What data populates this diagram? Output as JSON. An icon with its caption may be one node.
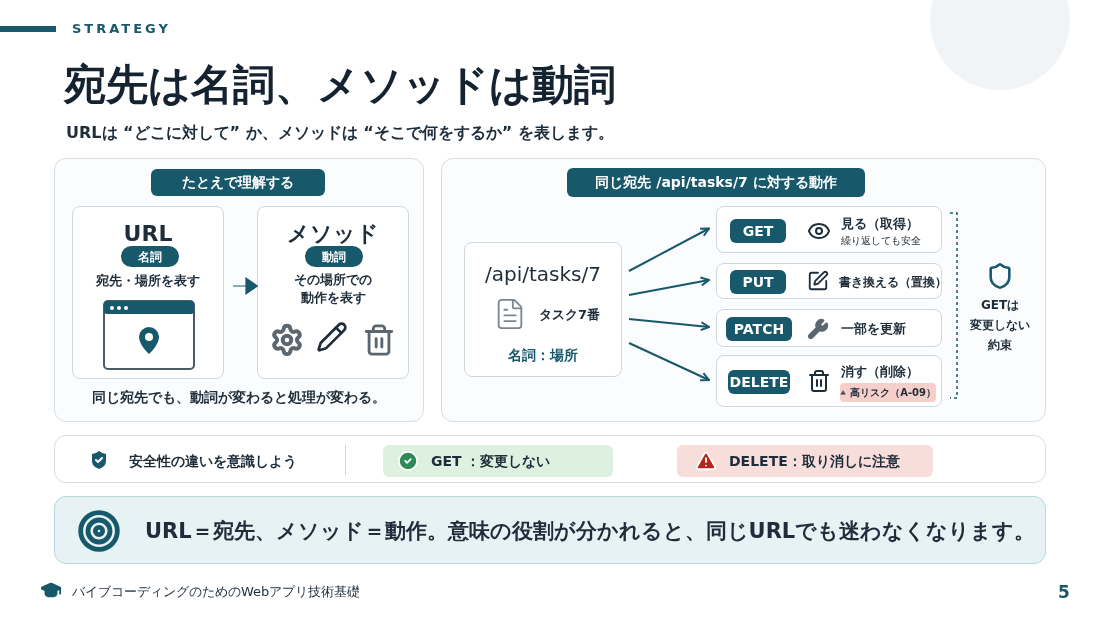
{
  "diagram": {
    "title": "宛先は名詞、メソッドは動詞",
    "nodes": [
      {
        "text": [
          "同じ宛先でも、動詞が変わると処理が変わる。"
        ]
      },
      {
        "text": [
          "たとえで理解する"
        ],
        "in": 0
      },
      {
        "text": [
          "URL",
          "宛先・場所を表す"
        ],
        "in": 0
      },
      {
        "text": [
          "名詞"
        ],
        "in": 2
      },
      {
        "text": [
          "メソッド",
          "その場所での動作を表す"
        ],
        "in": 0
      },
      {
        "text": [
          "動詞"
        ],
        "in": 4
      },
      {
        "text": [],
        "shape": "box"
      },
      {
        "text": [
          "同じ宛先 /api/tasks/7 に対する動作"
        ],
        "in": 6
      },
      {
        "text": [
          "/api/tasks/7",
          "タスク7番",
          "名詞：場所"
        ],
        "in": 6
      },
      {
        "text": [
          "見る（取得）",
          "繰り返しても安全"
        ],
        "in": 6
      },
      {
        "text": [
          "GET"
        ],
        "in": 9
      },
      {
        "text": [
          "書き換える（置換）"
        ],
        "in": 6
      },
      {
        "text": [
          "PUT"
        ],
        "in": 11
      },
      {
        "text": [
          "一部を更新"
        ],
        "in": 6
      },
      {
        "text": [
          "PATCH"
        ],
        "in": 13
      },
      {
        "text": [
          "消す（削除）"
        ],
        "in": 6
      },
      {
        "text": [
          "DELETE"
        ],
        "in": 15
      },
      {
        "text": [
          "高リスク（A-09）"
        ],
        "in": 15
      },
      {
        "text": [
          "安全性の違いを意識しよう"
        ]
      },
      {
        "text": [
          "GET ：変更しない"
        ],
        "in": 18
      },
      {
        "text": [
          "DELETE：取り消しに注意"
        ],
        "in": 18
      },
      {
        "text": [
          "URL＝宛先、メソッド＝動作。意味の役割が分かれると、同じURLでも迷わなくなります。"
        ]
      }
    ],
    "edges": [
      {
        "from": 2,
        "to": 4,
        "arrow": "to"
      },
      {
        "from": 8,
        "to": 9,
        "arrow": "to"
      },
      {
        "from": 8,
        "to": 11,
        "arrow": "to"
      },
      {
        "from": 8,
        "to": 13,
        "arrow": "to"
      },
      {
        "from": 8,
        "to": 15,
        "arrow": "to"
      }
    ],
    "labels": [
      "STRATEGY",
      "URLは “どこに対して” か、メソッドは “そこで何をするか” を表します。",
      "GETは",
      "変更しない",
      "約束",
      "バイブコーディングのためのWebアプリ技術基礎",
      "5"
    ]
  }
}
